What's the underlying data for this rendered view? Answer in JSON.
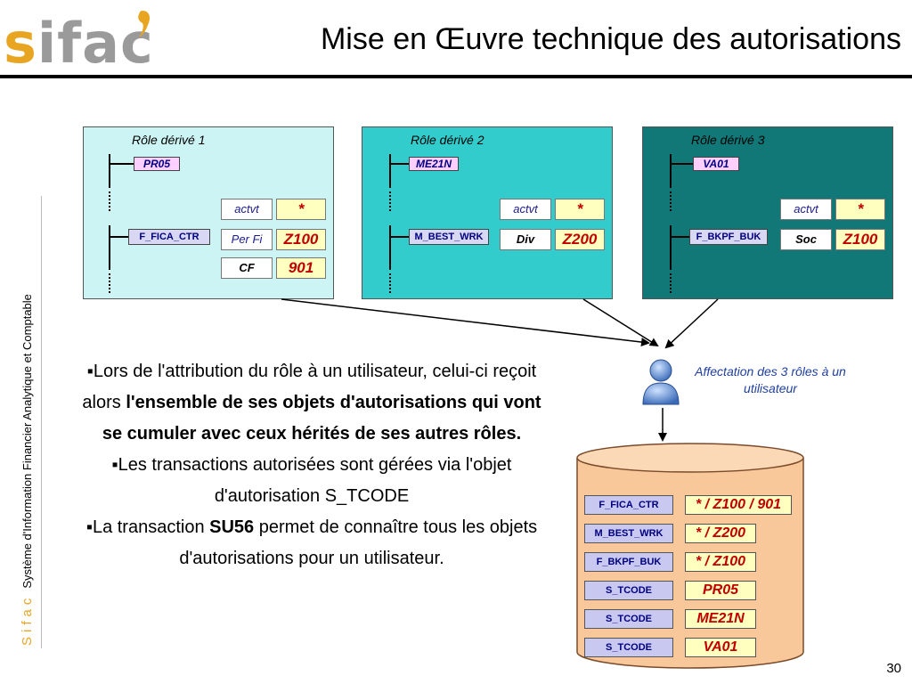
{
  "logo": {
    "part1": "s",
    "part2": "i",
    "part3": "fac"
  },
  "title": "Mise en Œuvre technique des autorisations",
  "sidebar": {
    "brand": "Sifac",
    "subtitle": "Système d'Information Financier Analytique et Comptable"
  },
  "roles": [
    {
      "title": "Rôle dérivé 1",
      "role_tag": "PR05",
      "object": "F_FICA_CTR",
      "fields": [
        "actvt",
        "Per Fi",
        "CF"
      ],
      "values": [
        "*",
        "Z100",
        "901"
      ]
    },
    {
      "title": "Rôle dérivé 2",
      "role_tag": "ME21N",
      "object": "M_BEST_WRK",
      "fields": [
        "actvt",
        "Div"
      ],
      "values": [
        "*",
        "Z200"
      ]
    },
    {
      "title": "Rôle dérivé 3",
      "role_tag": "VA01",
      "object": "F_BKPF_BUK",
      "fields": [
        "actvt",
        "Soc"
      ],
      "values": [
        "*",
        "Z100"
      ]
    }
  ],
  "colors": {
    "role1_bg": "#ccf4f4",
    "role2_bg": "#33cccc",
    "role3_bg": "#117777",
    "role_tag_bg": "#ffd0ff",
    "db_fill": "#f8c89a",
    "logo_orange": "#e8a521"
  },
  "body": {
    "p1_a": "▪Lors de l'attribution du rôle à un utilisateur, celui-ci reçoit alors ",
    "p1_b": "l'ensemble de ses objets d'autorisations qui vont se cumuler avec ceux hérités de ses autres rôles.",
    "p2": "▪Les transactions autorisées sont gérées via l'objet d'autorisation S_TCODE",
    "p3_a": "▪La transaction ",
    "p3_b": "SU56",
    "p3_c": " permet de connaître tous les objets d'autorisations pour un utilisateur."
  },
  "user": {
    "icon": "user-icon",
    "label": "Affectation des 3 rôles à un utilisateur"
  },
  "database": {
    "rows": [
      {
        "object": "F_FICA_CTR",
        "value": "* / Z100 / 901"
      },
      {
        "object": "M_BEST_WRK",
        "value": "* / Z200"
      },
      {
        "object": "F_BKPF_BUK",
        "value": "* / Z100"
      },
      {
        "object": "S_TCODE",
        "value": "PR05"
      },
      {
        "object": "S_TCODE",
        "value": "ME21N"
      },
      {
        "object": "S_TCODE",
        "value": "VA01"
      }
    ]
  },
  "page_number": "30"
}
